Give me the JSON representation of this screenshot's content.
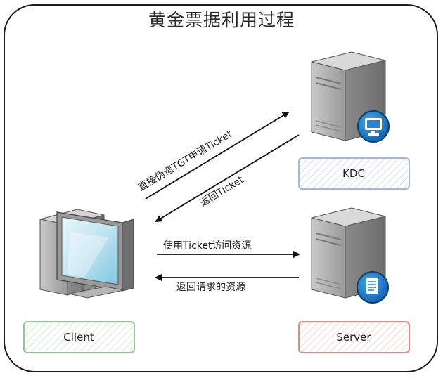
{
  "title": "黄金票据利用过程",
  "nodes": {
    "kdc": "KDC",
    "client": "Client",
    "server": "Server"
  },
  "arrows": {
    "apply_ticket": "直接伪造TGT申请Ticket",
    "return_ticket": "返回Ticket",
    "use_ticket": "使用Ticket访问资源",
    "return_resource": "返回请求的资源"
  },
  "icons": [
    "kdc-server-icon",
    "monitor-badge-icon",
    "server-icon",
    "document-badge-icon",
    "client-computer-icon"
  ],
  "colors": {
    "kdc_box": "#a8b8d8",
    "client_box": "#8fc98f",
    "server_box": "#e08a8a"
  }
}
